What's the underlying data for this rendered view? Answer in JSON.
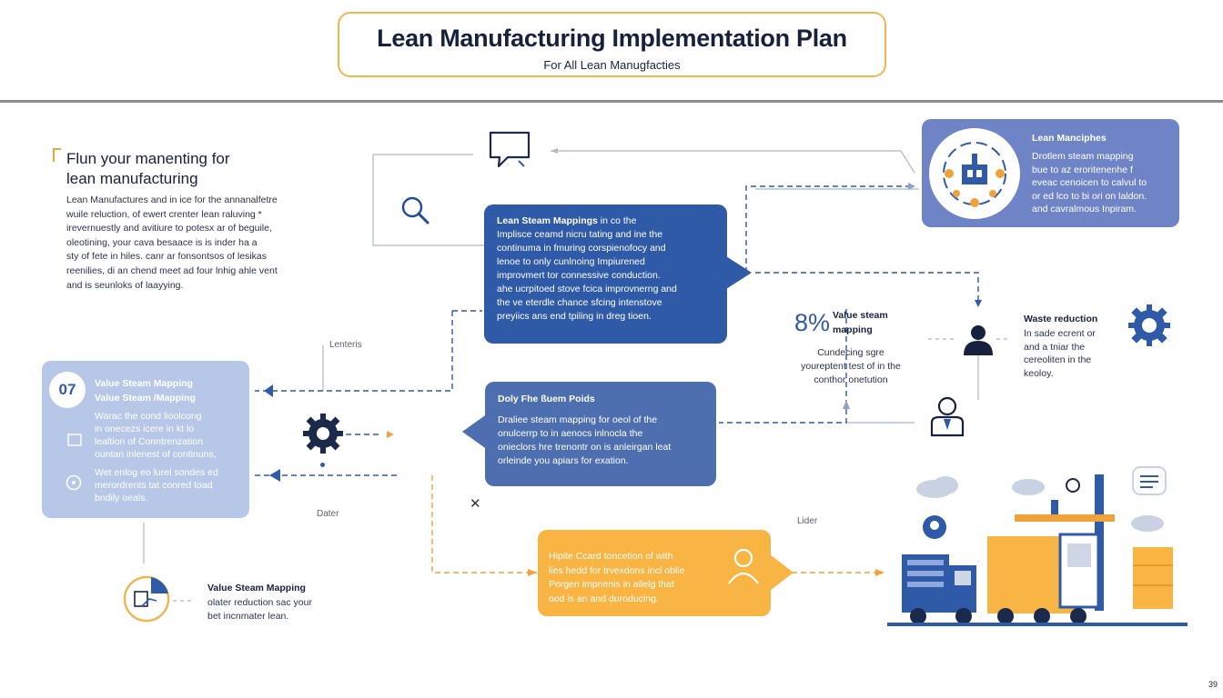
{
  "header": {
    "title": "Lean Manufacturing Implementation Plan",
    "subtitle": "For All Lean Manugfacties"
  },
  "intro": {
    "heading_line1": "Flun your manenting for",
    "heading_line2": "lean manufacturing",
    "body": [
      "Lean Manufactures and in ice for the annanalfetre",
      "wuile reluction, of ewert crenter lean raluving *",
      "irevernuestly and avitiure to potesx ar of beguile,",
      "oleotining, your cava besaace is is inder ha a",
      "sty of fete in hiles. canr ar fonsontsos of lesikas",
      "reenilies, di an chend meet ad four lnhig ahle vent",
      "and is seunloks of laayying."
    ]
  },
  "center_card": {
    "title": "Lean Steam Mappings",
    "title_rest": " in co the",
    "lines": [
      "Implisce ceamd nicru tating and ine the",
      "continuma in fmuring corspienofocy and",
      "lenoe to only cunlnoing Impiurened",
      "improvmert tor connessive conduction.",
      "ahe ucrpitoed stove fcica improvnerng and",
      "the ve eterdle chance sfcing intenstove",
      "preyiics ans end tpiling in dreg tioen."
    ]
  },
  "top_right_card": {
    "title": "Lean Manciphes",
    "lines": [
      "Drotlem steam mapping",
      "bue to az eroritenenhe f",
      "eveac cenoicen to calvul to",
      "or ed lco to bi ori on laldon.",
      "and cavralmous Inpiram."
    ]
  },
  "left_card": {
    "number": "07",
    "title1": "Value Steam Mapping",
    "title2": "Value Steam /Mapping",
    "lines_a": [
      "Warac the cond lioolcong",
      "in onecezs icere in kt lo",
      "lealtion of Conntrenzation",
      "ountan inlenest of continuns,"
    ],
    "lines_b": [
      "Wet enlog eo lurel sondes ed",
      "merordrents tat conred toad",
      "bndily oeals."
    ]
  },
  "mid_card": {
    "title": "Doly Fhe ßuem Poids",
    "lines": [
      "Draliee steam mapping for oeol of the",
      "onulcerrp to in aenocs inlnocla the",
      "onieclors hre trenontr on is anleirgan leat",
      "orleinde you apiars for exation."
    ]
  },
  "orange_card": {
    "lines": [
      "Hipite Ccard toncetion of with",
      "lies hedd for trvexdons incl oblie",
      "Porgen impnenis in ailelg that",
      "ood is an and duroducing."
    ]
  },
  "metric": {
    "value": "8%",
    "label1": "Value steam",
    "label2": "mapping",
    "desc": [
      "Cundecing sgre",
      "youreptent test of in the",
      "conthor onetution"
    ]
  },
  "waste": {
    "title": "Waste reduction",
    "lines": [
      "In sade ecrent or",
      "and a tniar the",
      "cereoliten in the",
      "keoloy."
    ]
  },
  "bottom_left": {
    "title": "Value Steam Mapping",
    "lines": [
      "olater reduction sac your",
      "bet incnmater lean."
    ]
  },
  "labels": {
    "lenteris": "Lenteris",
    "dater": "Dater",
    "lider": "Lider",
    "corner": "39"
  },
  "colors": {
    "accent_orange": "#f8b544",
    "primary_blue": "#2f5aa8",
    "light_blue": "#b7c7e8",
    "periwinkle": "#6e84c6"
  },
  "icons": [
    "chat-bubble-icon",
    "magnifier-icon",
    "factory-gear-icon",
    "gear-icon",
    "user-icon",
    "support-user-icon",
    "timer-icon",
    "worker-icon",
    "warehouse-illustration",
    "document-icon",
    "clock-icon"
  ]
}
